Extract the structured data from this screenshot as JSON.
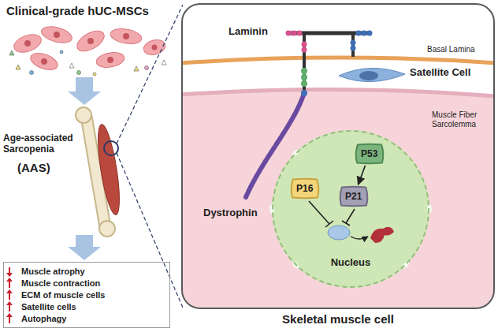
{
  "diagram": {
    "nodes": [
      {
        "text": [
          "Muscle atrophy",
          "Muscle contraction",
          "ECM of muscle cells",
          "Satellite cells",
          "Autophagy"
        ]
      },
      {
        "text": [
          "Skeletal muscle cell"
        ]
      },
      {
        "text": [
          "Nucleus"
        ],
        "in": 1
      },
      {
        "text": [
          "P53"
        ],
        "in": 2
      },
      {
        "text": [
          "P16"
        ],
        "in": 2
      },
      {
        "text": [
          "P21"
        ],
        "in": 2
      }
    ],
    "edges": [
      {
        "from": 3,
        "to": 5,
        "arrow": "to"
      }
    ],
    "labels": [
      "Clinical-grade hUC-MSCs",
      "Age-associated Sarcopenia",
      "(AAS)",
      "Laminin",
      "Basal Lamina",
      "Satellite Cell",
      "Muscle Fiber Sarcolemma",
      "Dystrophin"
    ]
  }
}
